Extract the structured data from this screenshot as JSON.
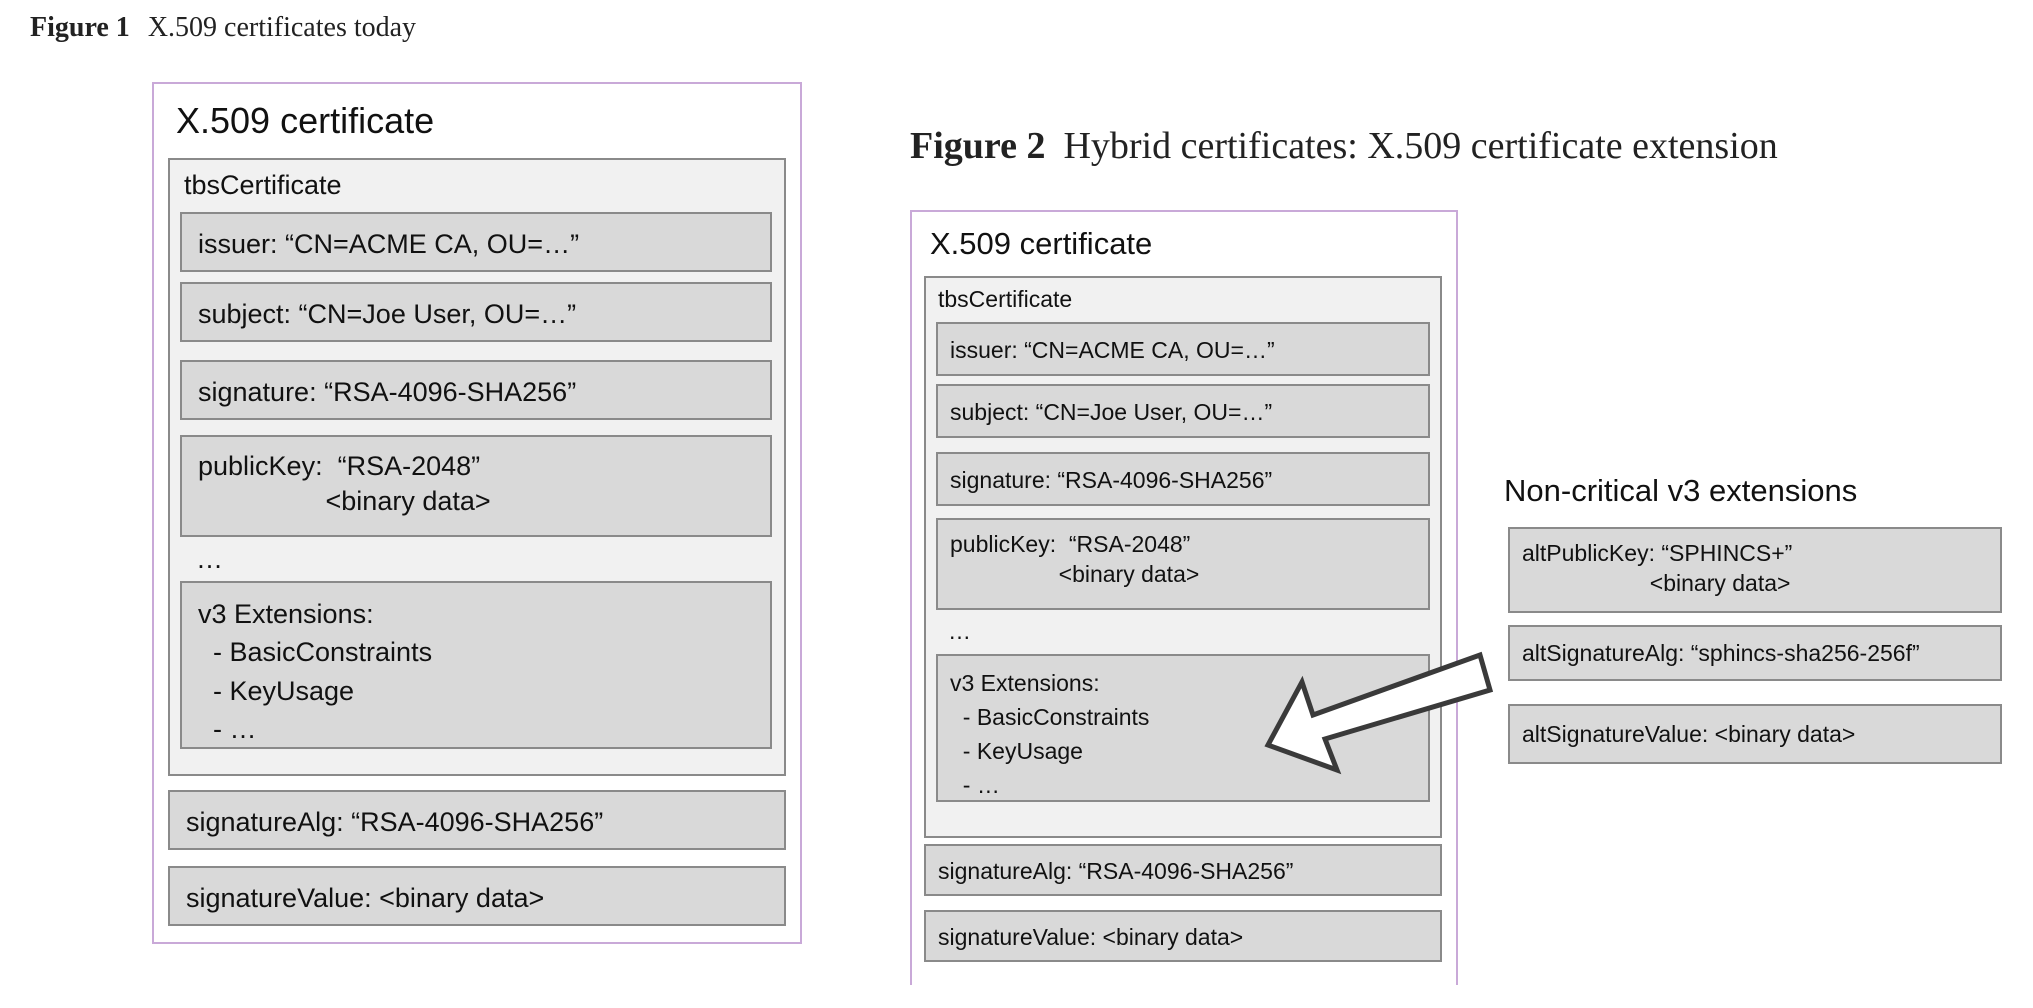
{
  "figure1": {
    "caption_label": "Figure 1",
    "caption_text": "X.509 certificates today",
    "title": "X.509 certificate",
    "tbs_label": "tbsCertificate",
    "issuer": "issuer: “CN=ACME CA, OU=…”",
    "subject": "subject: “CN=Joe User, OU=…”",
    "signature": "signature: “RSA-4096-SHA256”",
    "public_key": "publicKey:  “RSA-2048”\n                 <binary data>",
    "ellipsis": "…",
    "v3_extensions": "v3 Extensions:\n  - BasicConstraints\n  - KeyUsage\n  - …",
    "signature_alg": "signatureAlg: “RSA-4096-SHA256”",
    "signature_value": "signatureValue: <binary data>"
  },
  "figure2": {
    "caption_label": "Figure 2",
    "caption_text": "Hybrid certificates: X.509 certificate extension",
    "title": "X.509 certificate",
    "tbs_label": "tbsCertificate",
    "issuer": "issuer: “CN=ACME CA, OU=…”",
    "subject": "subject: “CN=Joe User, OU=…”",
    "signature": "signature: “RSA-4096-SHA256”",
    "public_key": "publicKey:  “RSA-2048”\n                 <binary data>",
    "ellipsis": "…",
    "v3_extensions": "v3 Extensions:\n  - BasicConstraints\n  - KeyUsage\n  - …",
    "signature_alg": "signatureAlg: “RSA-4096-SHA256”",
    "signature_value": "signatureValue: <binary data>",
    "noncritical_title": "Non-critical v3 extensions",
    "alt_public_key": "altPublicKey: “SPHINCS+”\n                    <binary data>",
    "alt_signature_alg": "altSignatureAlg: “sphincs-sha256-256f”",
    "alt_signature_value": "altSignatureValue: <binary data>",
    "arrow_icon": "hollow-arrow-left-down"
  },
  "colors": {
    "outer_border": "#c9a9d8",
    "box_border": "#8a8a8a",
    "field_fill": "#d9d9d9",
    "tbs_fill": "#f1f1f1"
  }
}
